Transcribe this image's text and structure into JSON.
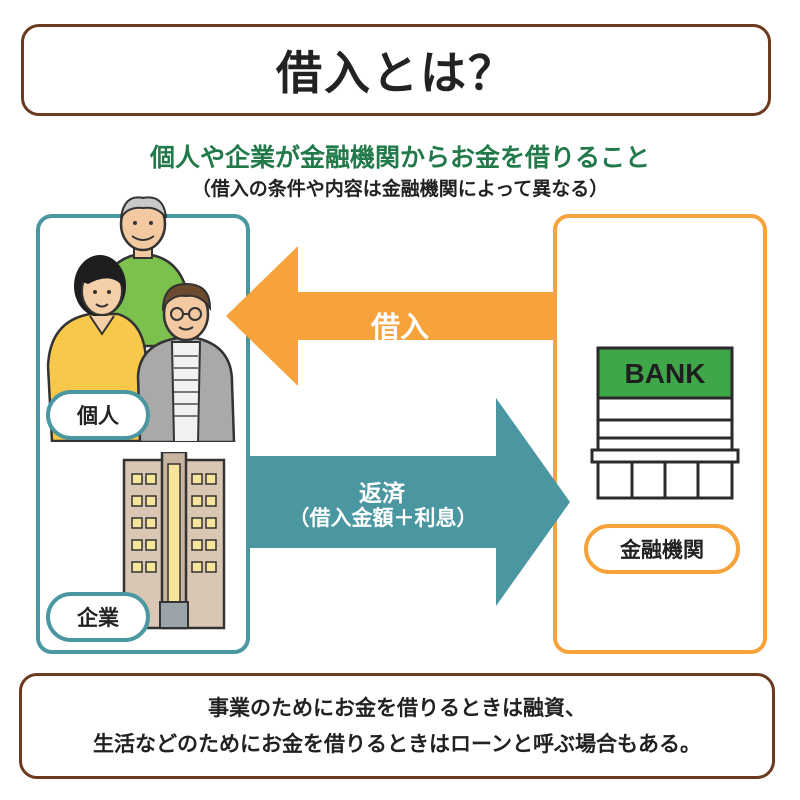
{
  "title": "借入とは？",
  "subtitle": "個人や企業が金融機関からお金を借りること",
  "note": "（借入の条件や内容は金融機関によって異なる）",
  "borrower_panel": {
    "individual_label": "個人",
    "company_label": "企業"
  },
  "lender_panel": {
    "bank_sign": "BANK",
    "institution_label": "金融機関"
  },
  "arrows": {
    "borrow_label": "借入",
    "repay_label": "返済",
    "repay_detail": "（借入金額＋利息）"
  },
  "footer": {
    "line1": "事業のためにお金を借りるときは融資、",
    "line2": "生活などのためにお金を借りるときはローンと呼ぶ場合もある。"
  },
  "colors": {
    "teal": "#4a97a1",
    "orange": "#f6a33b",
    "green_text": "#22794a",
    "border_brown": "#6b3a1f"
  }
}
